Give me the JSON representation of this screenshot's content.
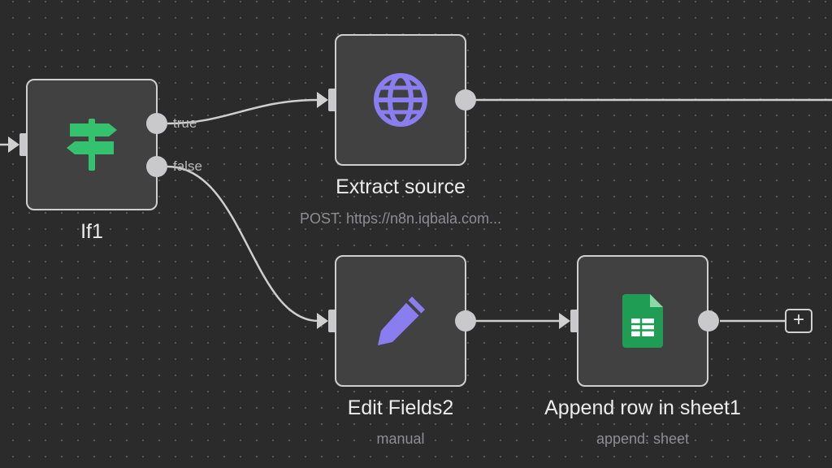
{
  "nodes": {
    "if1": {
      "title": "If1",
      "icon": "signpost-icon",
      "output_true_label": "true",
      "output_false_label": "false"
    },
    "extract_source": {
      "title": "Extract source",
      "subtitle": "POST: https://n8n.iqbala.com...",
      "icon": "globe-icon"
    },
    "edit_fields2": {
      "title": "Edit Fields2",
      "subtitle": "manual",
      "icon": "pencil-icon"
    },
    "append_row": {
      "title": "Append row in sheet1",
      "subtitle": "append: sheet",
      "icon": "google-sheets-icon"
    }
  },
  "add_node": {
    "label": "+"
  },
  "colors": {
    "canvas_background": "#2b2b2b",
    "node_background": "#414141",
    "node_border": "#cfcfcf",
    "if_icon": "#35c26f",
    "http_icon": "#8a7df0",
    "edit_icon": "#8a7df0",
    "sheets_icon": "#1f9d55"
  }
}
